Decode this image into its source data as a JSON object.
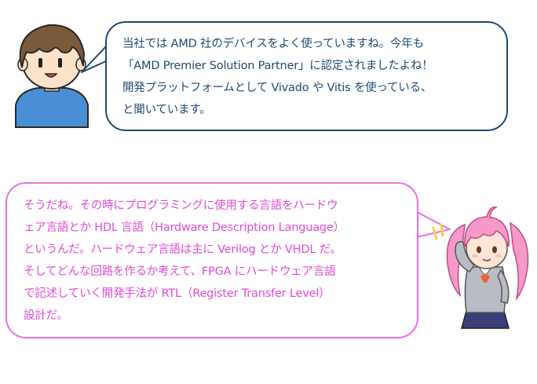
{
  "dialogue": [
    {
      "speaker": "boy",
      "lines": [
        "当社では AMD 社のデバイスをよく使っていますね。今年も",
        "「AMD Premier Solution Partner」に認定されましたよね！",
        "開発プラットフォームとして Vivado や Vitis を使っている、",
        "と聞いています。"
      ]
    },
    {
      "speaker": "girl",
      "lines": [
        "そうだね。その時にプログラミングに使用する言語をハードウ",
        "ェア言語とか HDL 言語（Hardware Description Language）",
        "というんだ。ハードウェア言語は主に Verilog とか VHDL だ。",
        "そしてどんな回路を作るか考えて、FPGA にハードウェア言語",
        "で記述していく開発手法が RTL（Register Transfer Level）",
        "設計だ。"
      ]
    }
  ],
  "colors": {
    "boy_bubble": "#1f4a73",
    "girl_bubble_border": "#e86fe0",
    "girl_text": "#e04ad6"
  }
}
